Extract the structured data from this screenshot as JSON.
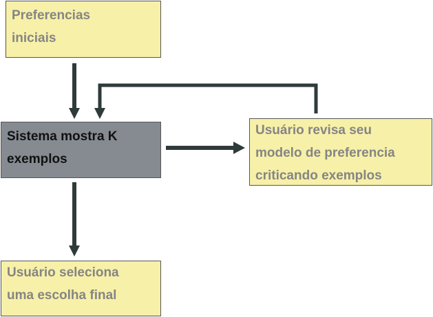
{
  "nodes": {
    "initial_preferences": {
      "lines": [
        "Preferencias",
        "iniciais"
      ]
    },
    "system_shows": {
      "lines": [
        "Sistema mostra K",
        "exemplos"
      ]
    },
    "user_revises": {
      "lines": [
        "Usuário revisa seu",
        "modelo de preferencia",
        "criticando exemplos"
      ]
    },
    "user_selects": {
      "lines": [
        "Usuário seleciona",
        "uma escolha final"
      ]
    }
  },
  "colors": {
    "box_yellow": "#f7f0a8",
    "box_gray": "#868b91",
    "text_gray": "#858585",
    "text_dark": "#111111",
    "arrow": "#2f3a3b"
  },
  "edges": [
    {
      "from": "initial_preferences",
      "to": "system_shows"
    },
    {
      "from": "system_shows",
      "to": "user_revises"
    },
    {
      "from": "user_revises",
      "to": "system_shows"
    },
    {
      "from": "system_shows",
      "to": "user_selects"
    }
  ]
}
